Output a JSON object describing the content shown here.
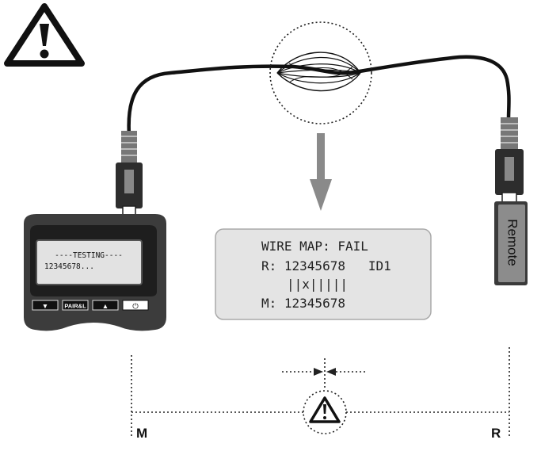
{
  "tester": {
    "screen_line1": "----TESTING----",
    "screen_line2": "12345678...",
    "buttons": [
      {
        "label": "▼"
      },
      {
        "label": "PAIR&L"
      },
      {
        "label": "▲"
      },
      {
        "label": "⏻"
      }
    ]
  },
  "remote": {
    "label": "Remote"
  },
  "display": {
    "line1": "WIRE MAP: FAIL",
    "line2": "R: 12345678   ID1",
    "line3": "||x|||||",
    "line4": "M: 12345678"
  },
  "bottom": {
    "left_label": "M",
    "right_label": "R"
  },
  "icons": {
    "warning_large": "warning-triangle-icon",
    "warning_small": "warning-triangle-icon",
    "arrow_down": "arrow-down-icon"
  },
  "colors": {
    "display_bg": "#e4e4e4",
    "tester_body": "#3c3c3c",
    "arrow": "#8a8a8a"
  }
}
